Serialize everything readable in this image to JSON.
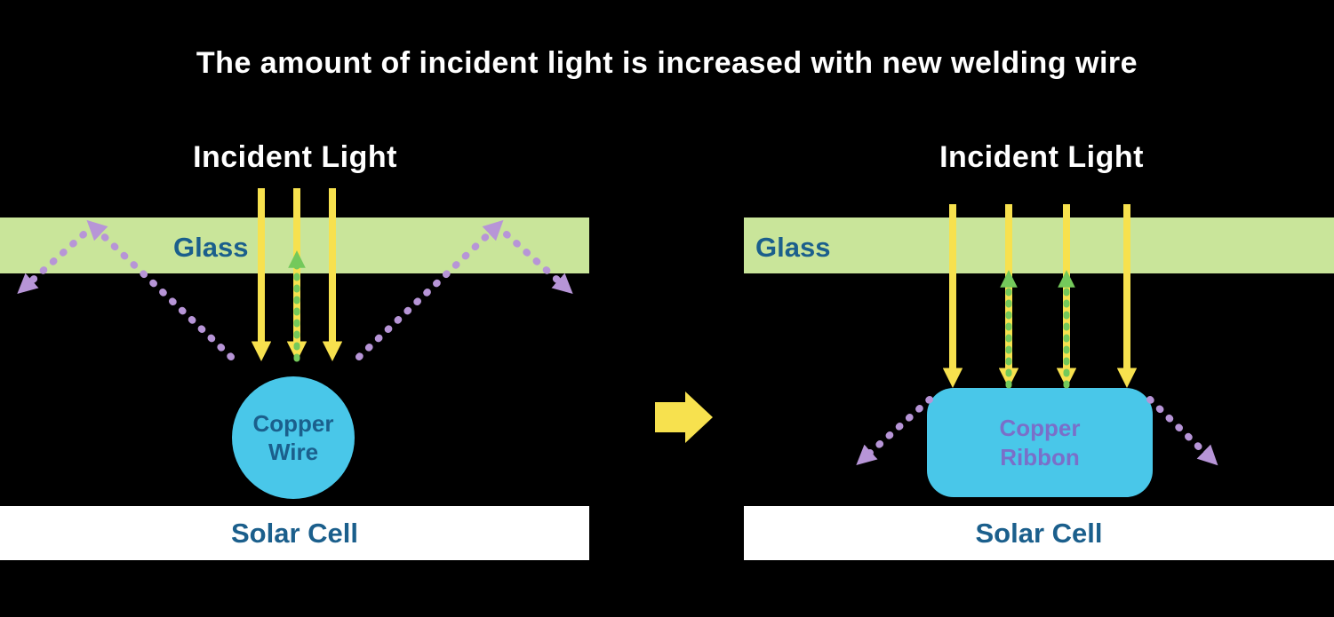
{
  "title": "The amount of incident light is increased with new welding wire",
  "left_panel": {
    "incident_light_label": "Incident Light",
    "glass_label": "Glass",
    "component_label": "Copper Wire",
    "solar_cell_label": "Solar Cell"
  },
  "right_panel": {
    "incident_light_label": "Incident Light",
    "glass_label": "Glass",
    "component_label": "Copper Ribbon",
    "solar_cell_label": "Solar Cell"
  },
  "colors": {
    "background": "#000000",
    "title_text": "#ffffff",
    "glass_fill": "#c9e59a",
    "navy_label": "#1b5f8c",
    "ribbon_label": "#7a6fc9",
    "incident_ray_yellow": "#f7e14e",
    "reflected_ray_green": "#74c95b",
    "scattered_ray_purple": "#b795d7",
    "copper_cyan": "#49c7e9",
    "solar_cell_white": "#ffffff"
  },
  "icons": {
    "transition_arrow": "right-arrow"
  }
}
